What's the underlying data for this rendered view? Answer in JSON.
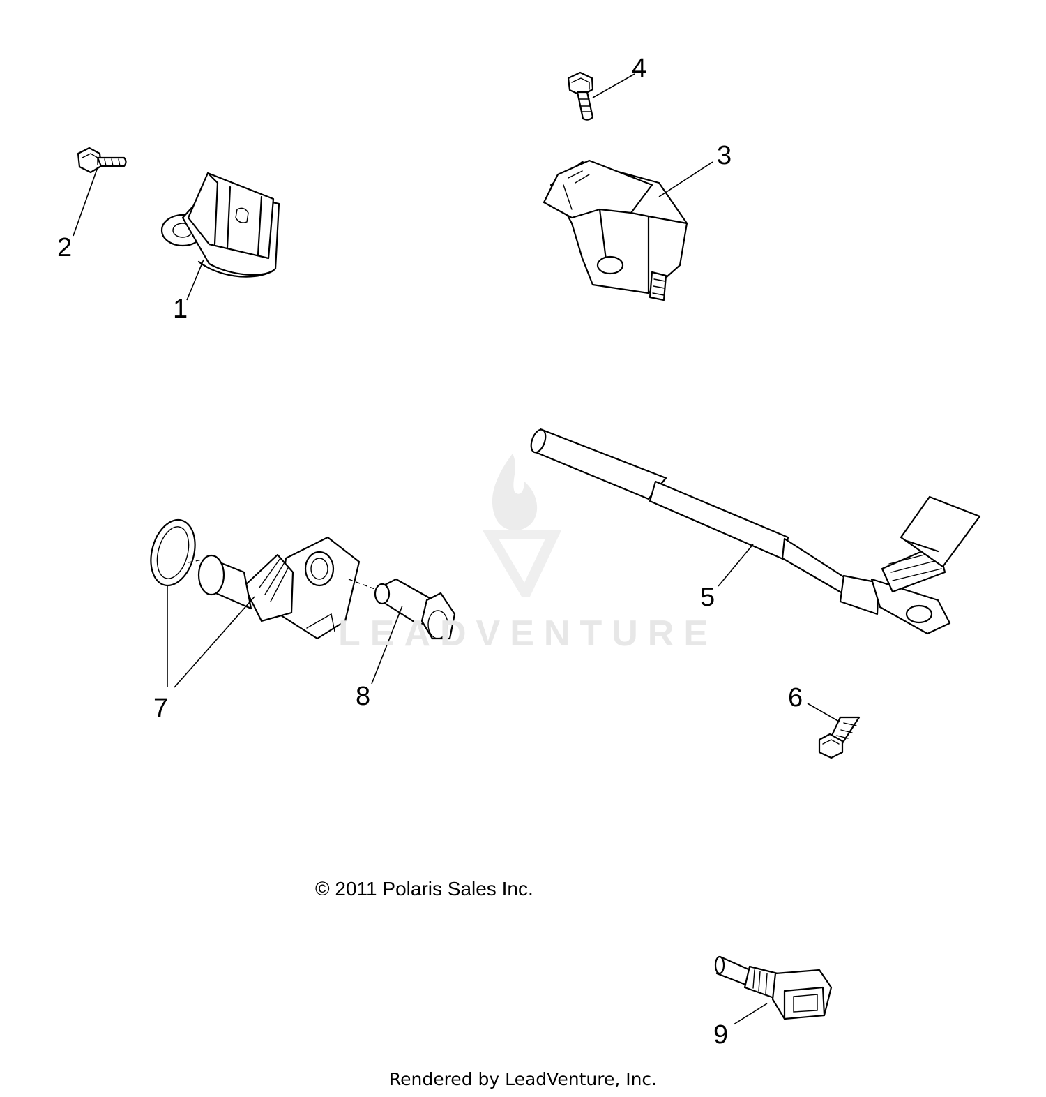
{
  "callouts": [
    "1",
    "2",
    "3",
    "4",
    "5",
    "6",
    "7",
    "8",
    "9"
  ],
  "copyright": "© 2011 Polaris Sales Inc.",
  "rendered_by": "Rendered by LeadVenture, Inc.",
  "watermark": "LEADVENTURE",
  "colors": {
    "line": "#000000",
    "background": "#ffffff",
    "watermark": "#e7e7e7"
  }
}
